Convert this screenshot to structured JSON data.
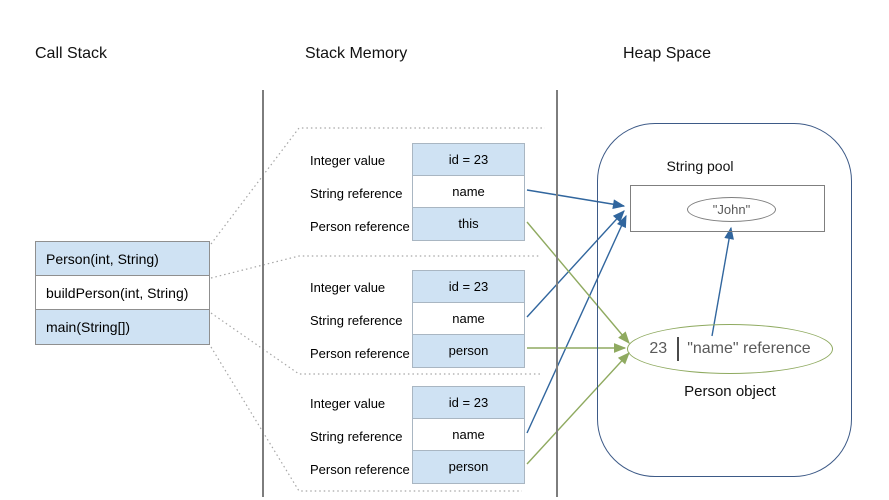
{
  "titles": {
    "call_stack": "Call Stack",
    "stack_memory": "Stack Memory",
    "heap_space": "Heap Space"
  },
  "call_stack_frames": [
    {
      "label": "Person(int, String)"
    },
    {
      "label": "buildPerson(int, String)"
    },
    {
      "label": "main(String[])"
    }
  ],
  "stack_frames": [
    {
      "rows": [
        {
          "label": "Integer value",
          "value": "id = 23"
        },
        {
          "label": "String reference",
          "value": "name"
        },
        {
          "label": "Person reference",
          "value": "this"
        }
      ]
    },
    {
      "rows": [
        {
          "label": "Integer value",
          "value": "id = 23"
        },
        {
          "label": "String reference",
          "value": "name"
        },
        {
          "label": "Person reference",
          "value": "person"
        }
      ]
    },
    {
      "rows": [
        {
          "label": "Integer value",
          "value": "id = 23"
        },
        {
          "label": "String reference",
          "value": "name"
        },
        {
          "label": "Person reference",
          "value": "person"
        }
      ]
    }
  ],
  "heap": {
    "string_pool_label": "String pool",
    "string_value": "\"John\"",
    "person_id": "23",
    "person_name_ref": "\"name\" reference",
    "person_object_label": "Person object"
  },
  "colors": {
    "box_fill": "#cfe2f3",
    "blue_arrow": "#31669e",
    "green_arrow": "#8faa60",
    "heap_border": "#3d5a87"
  }
}
